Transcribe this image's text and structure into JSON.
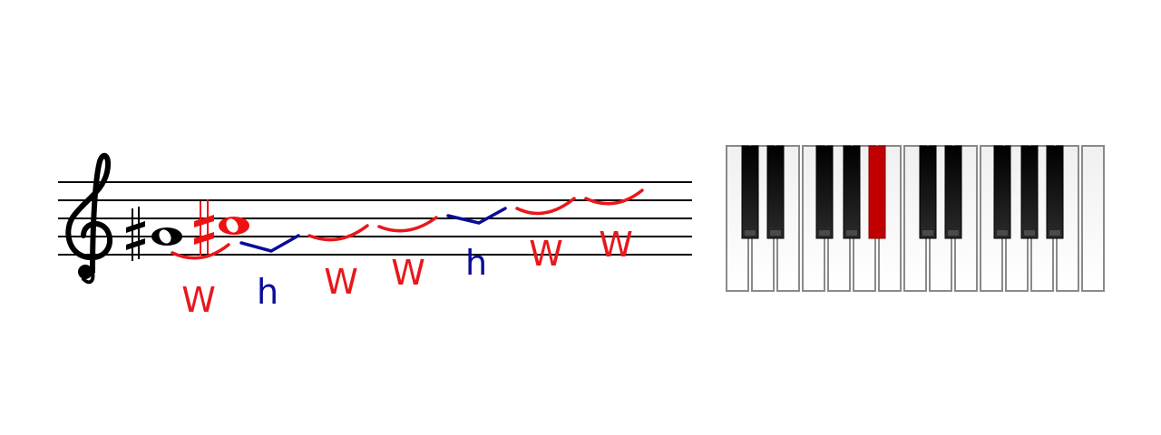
{
  "colors": {
    "whole_step": "#e8171c",
    "half_step": "#0b0b99",
    "highlight_note": "#ee1111",
    "highlight_key": "#c00000",
    "staff_line": "#000000"
  },
  "staff": {
    "clef_glyph": "𝄞",
    "key_sharp_glyph": "♯",
    "note_glyph": "𝅝",
    "accidental_glyph": "♯"
  },
  "intervals": [
    {
      "label": "W",
      "kind": "whole"
    },
    {
      "label": "h",
      "kind": "half"
    },
    {
      "label": "W",
      "kind": "whole"
    },
    {
      "label": "W",
      "kind": "whole"
    },
    {
      "label": "h",
      "kind": "half"
    },
    {
      "label": "W",
      "kind": "whole"
    },
    {
      "label": "W",
      "kind": "whole"
    }
  ],
  "keyboard": {
    "white_key_count": 15,
    "highlighted_black_key": 4
  }
}
